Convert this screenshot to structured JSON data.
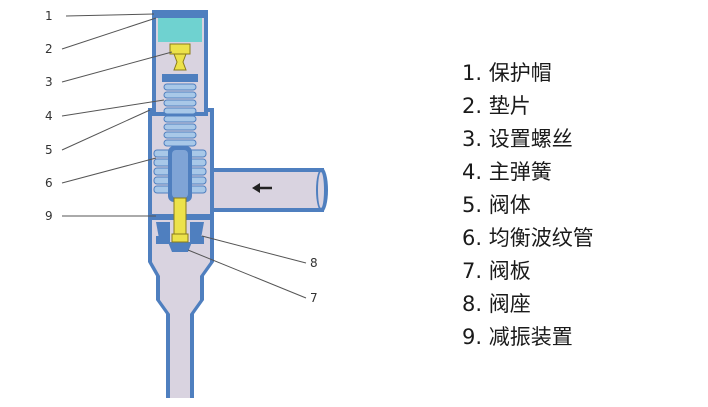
{
  "callouts": [
    "1",
    "2",
    "3",
    "4",
    "5",
    "6",
    "9",
    "8",
    "7"
  ],
  "legend": [
    "1. 保护帽",
    "2. 垫片",
    "3. 设置螺丝",
    "4. 主弹簧",
    "5. 阀体",
    "6. 均衡波纹管",
    "7. 阀板",
    "8. 阀座",
    "9. 减振装置"
  ],
  "colors": {
    "wall": "#4f7fbf",
    "fluid": "#d9d3e0",
    "spring": "#a8c8e8",
    "screw": "#ece24a",
    "cap_top": "#6fd2d0",
    "arrow": "#222222"
  }
}
